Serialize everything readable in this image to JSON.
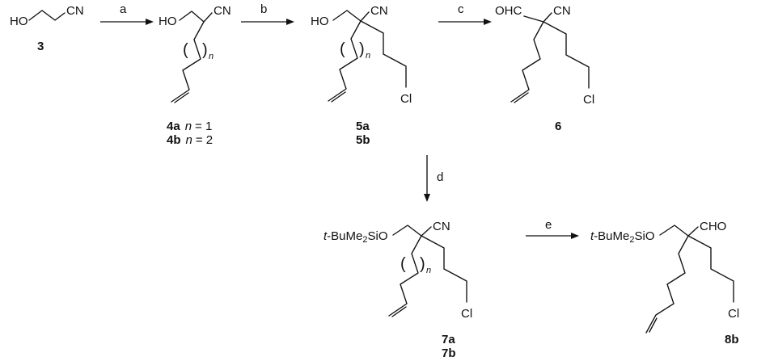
{
  "colors": {
    "ink": "#111111",
    "background": "#ffffff"
  },
  "arrows": {
    "a": "a",
    "b": "b",
    "c": "c",
    "d": "d",
    "e": "e"
  },
  "notation": {
    "paren_open": "(",
    "paren_close": ")",
    "n_var": "n"
  },
  "compounds": {
    "c3": {
      "ho": "HO",
      "cn": "CN",
      "number": "3"
    },
    "c4": {
      "ho": "HO",
      "cn": "CN",
      "number_a": "4a",
      "var_a": "n",
      "eq_a": "= 1",
      "number_b": "4b",
      "var_b": "n",
      "eq_b": "= 2"
    },
    "c5": {
      "ho": "HO",
      "cn": "CN",
      "cl": "Cl",
      "number_a": "5a",
      "number_b": "5b"
    },
    "c6": {
      "ohc": "OHC",
      "cn": "CN",
      "cl": "Cl",
      "number": "6"
    },
    "c7": {
      "silyl_t": "t",
      "silyl_mid": "-BuMe",
      "silyl_sub": "2",
      "silyl_end": "SiO",
      "cn": "CN",
      "cl": "Cl",
      "number_a": "7a",
      "number_b": "7b"
    },
    "c8": {
      "silyl_t": "t",
      "silyl_mid": "-BuMe",
      "silyl_sub": "2",
      "silyl_end": "SiO",
      "cho": "CHO",
      "cl": "Cl",
      "number": "8b"
    }
  }
}
